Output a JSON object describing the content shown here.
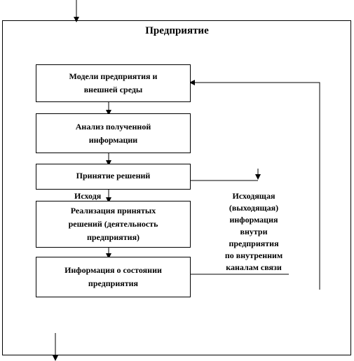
{
  "diagram": {
    "title": "Предприятие",
    "boxes": [
      {
        "id": "models",
        "text": "Модели предприятия и\nвнешней среды"
      },
      {
        "id": "analysis",
        "text": "Анализ полученной\nинформации"
      },
      {
        "id": "decisions",
        "text": "Принятие решений"
      },
      {
        "id": "implementation",
        "text": "Реализация принятых\nрешений (деятельность\nпредприятия)"
      },
      {
        "id": "state_info",
        "text": "Информация о состоянии\nпредприятия"
      }
    ],
    "label_outgoing_short": "Исходя",
    "label_outgoing_internal": "Исходящая\n(выходящая)\nинформация\nвнутри\nпредприятия\nпо внутренним\nканалам связи"
  }
}
